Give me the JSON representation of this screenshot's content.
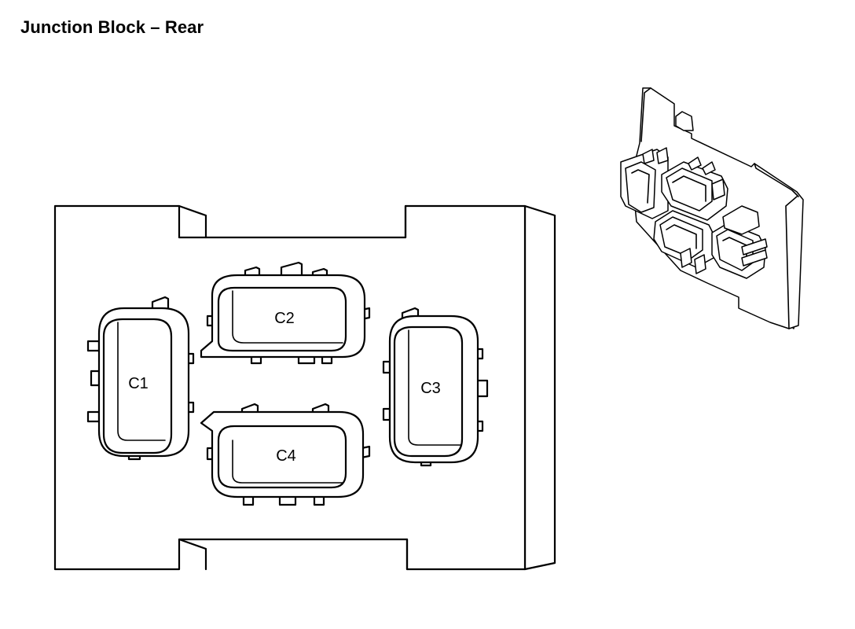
{
  "title": "Junction Block – Rear",
  "connectors": [
    {
      "id": "c1",
      "label": "C1"
    },
    {
      "id": "c2",
      "label": "C2"
    },
    {
      "id": "c3",
      "label": "C3"
    },
    {
      "id": "c4",
      "label": "C4"
    }
  ]
}
